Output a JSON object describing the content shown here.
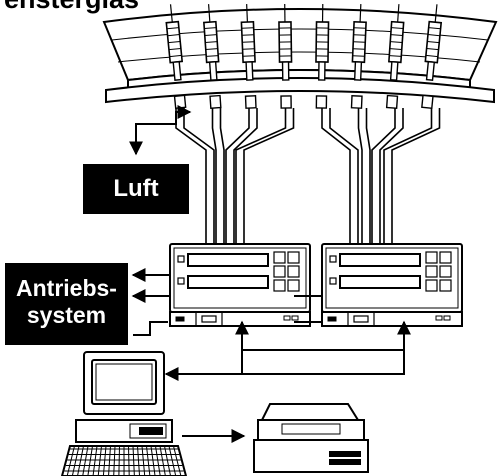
{
  "title": "enstergias",
  "labels": {
    "luft": "Luft",
    "antrieb_line1": "Antriebs-",
    "antrieb_line2": "system"
  },
  "colors": {
    "ink": "#000000",
    "paper": "#ffffff"
  },
  "nozzle_count": 8,
  "controller_count": 2
}
